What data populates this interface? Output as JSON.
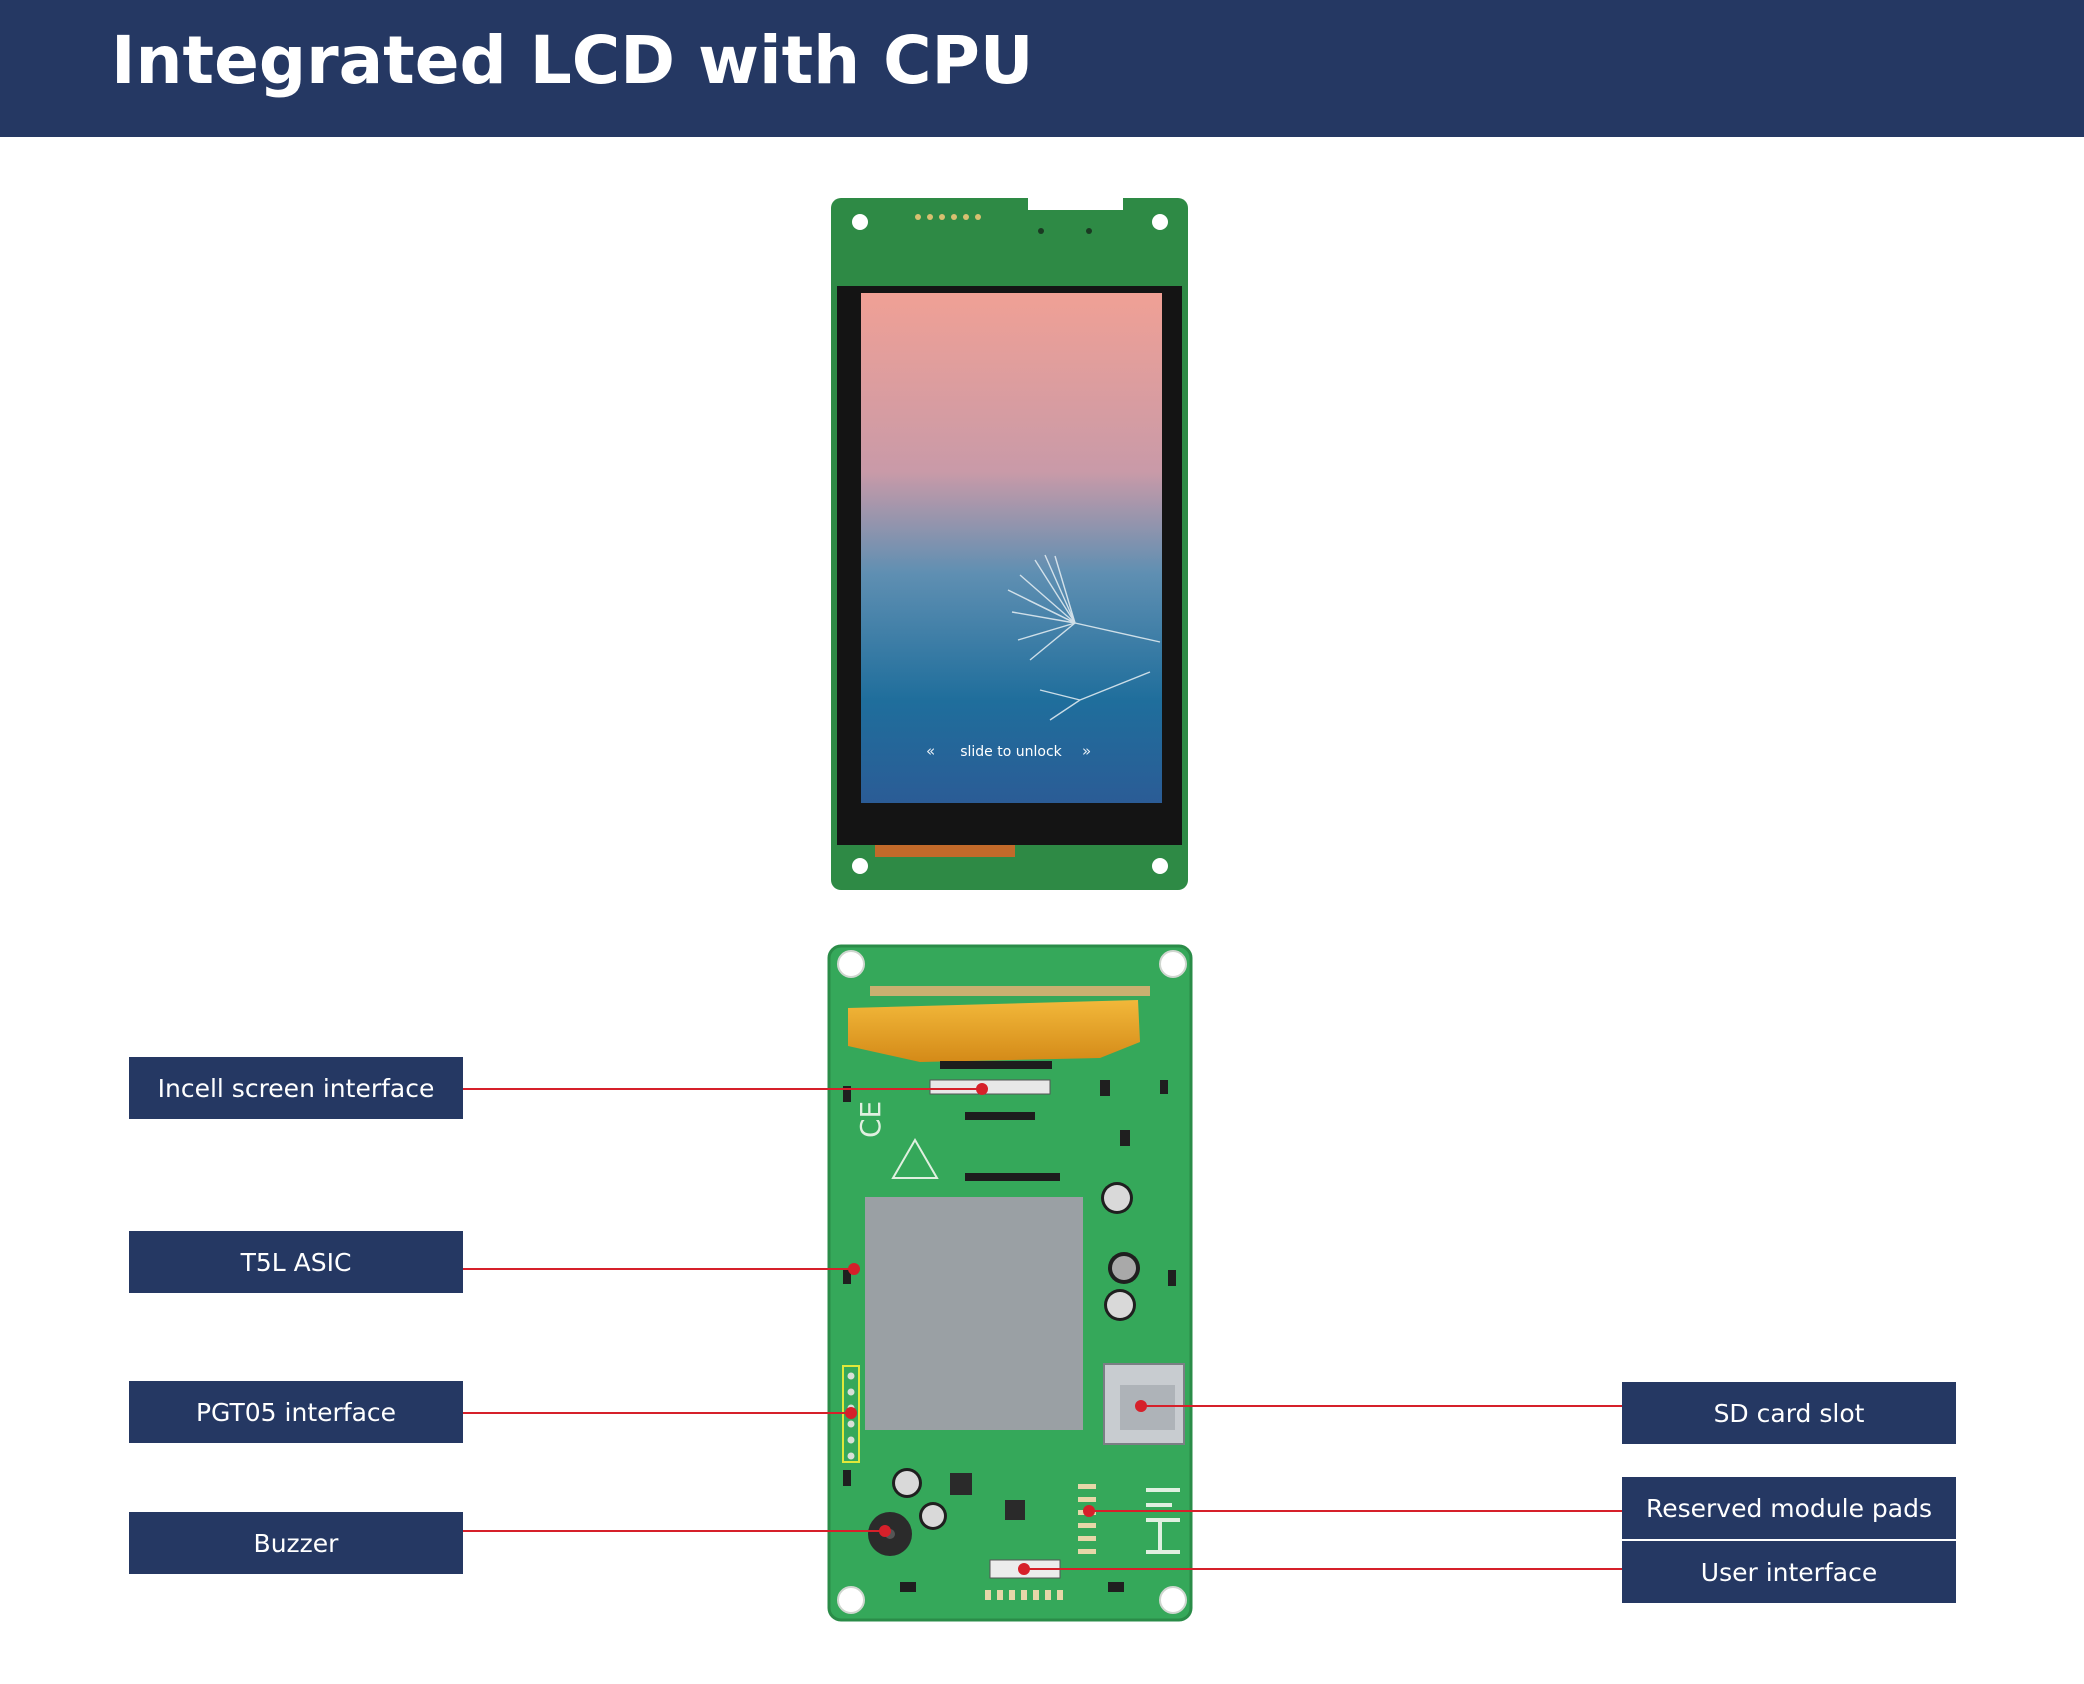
{
  "header": {
    "title": "Integrated LCD with CPU"
  },
  "front_screen": {
    "unlock_text": "slide to unlock"
  },
  "labels": {
    "incell": "Incell screen interface",
    "t5l": "T5L ASIC",
    "pgt05": "PGT05 interface",
    "buzzer": "Buzzer",
    "sd_card": "SD card slot",
    "reserved": "Reserved module pads",
    "user_interface": "User interface"
  },
  "colors": {
    "header_bg": "#253863",
    "pcb_green": "#2f9e52",
    "callout_line": "#d6202a"
  }
}
